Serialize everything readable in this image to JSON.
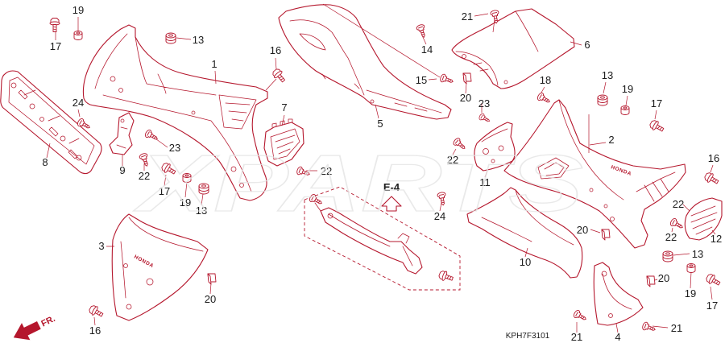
{
  "diagram": {
    "drawing_code": "KPH7F3101",
    "reference": "E-4",
    "front_marker": "FR.",
    "watermark": "XPARTS",
    "logo": "HONDA",
    "callouts": [
      "19",
      "17",
      "13",
      "1",
      "16",
      "7",
      "14",
      "21",
      "6",
      "15",
      "18",
      "20",
      "23",
      "5",
      "13",
      "19",
      "17",
      "24",
      "2",
      "8",
      "9",
      "23",
      "22",
      "17",
      "19",
      "13",
      "22",
      "22",
      "11",
      "24",
      "16",
      "22",
      "20",
      "12",
      "22",
      "13",
      "10",
      "3",
      "20",
      "19",
      "17",
      "20",
      "16",
      "21",
      "4",
      "21"
    ]
  },
  "colors": {
    "line": "#b5172d",
    "label": "#1c1c1c",
    "watermark": "#e4e4e4"
  }
}
